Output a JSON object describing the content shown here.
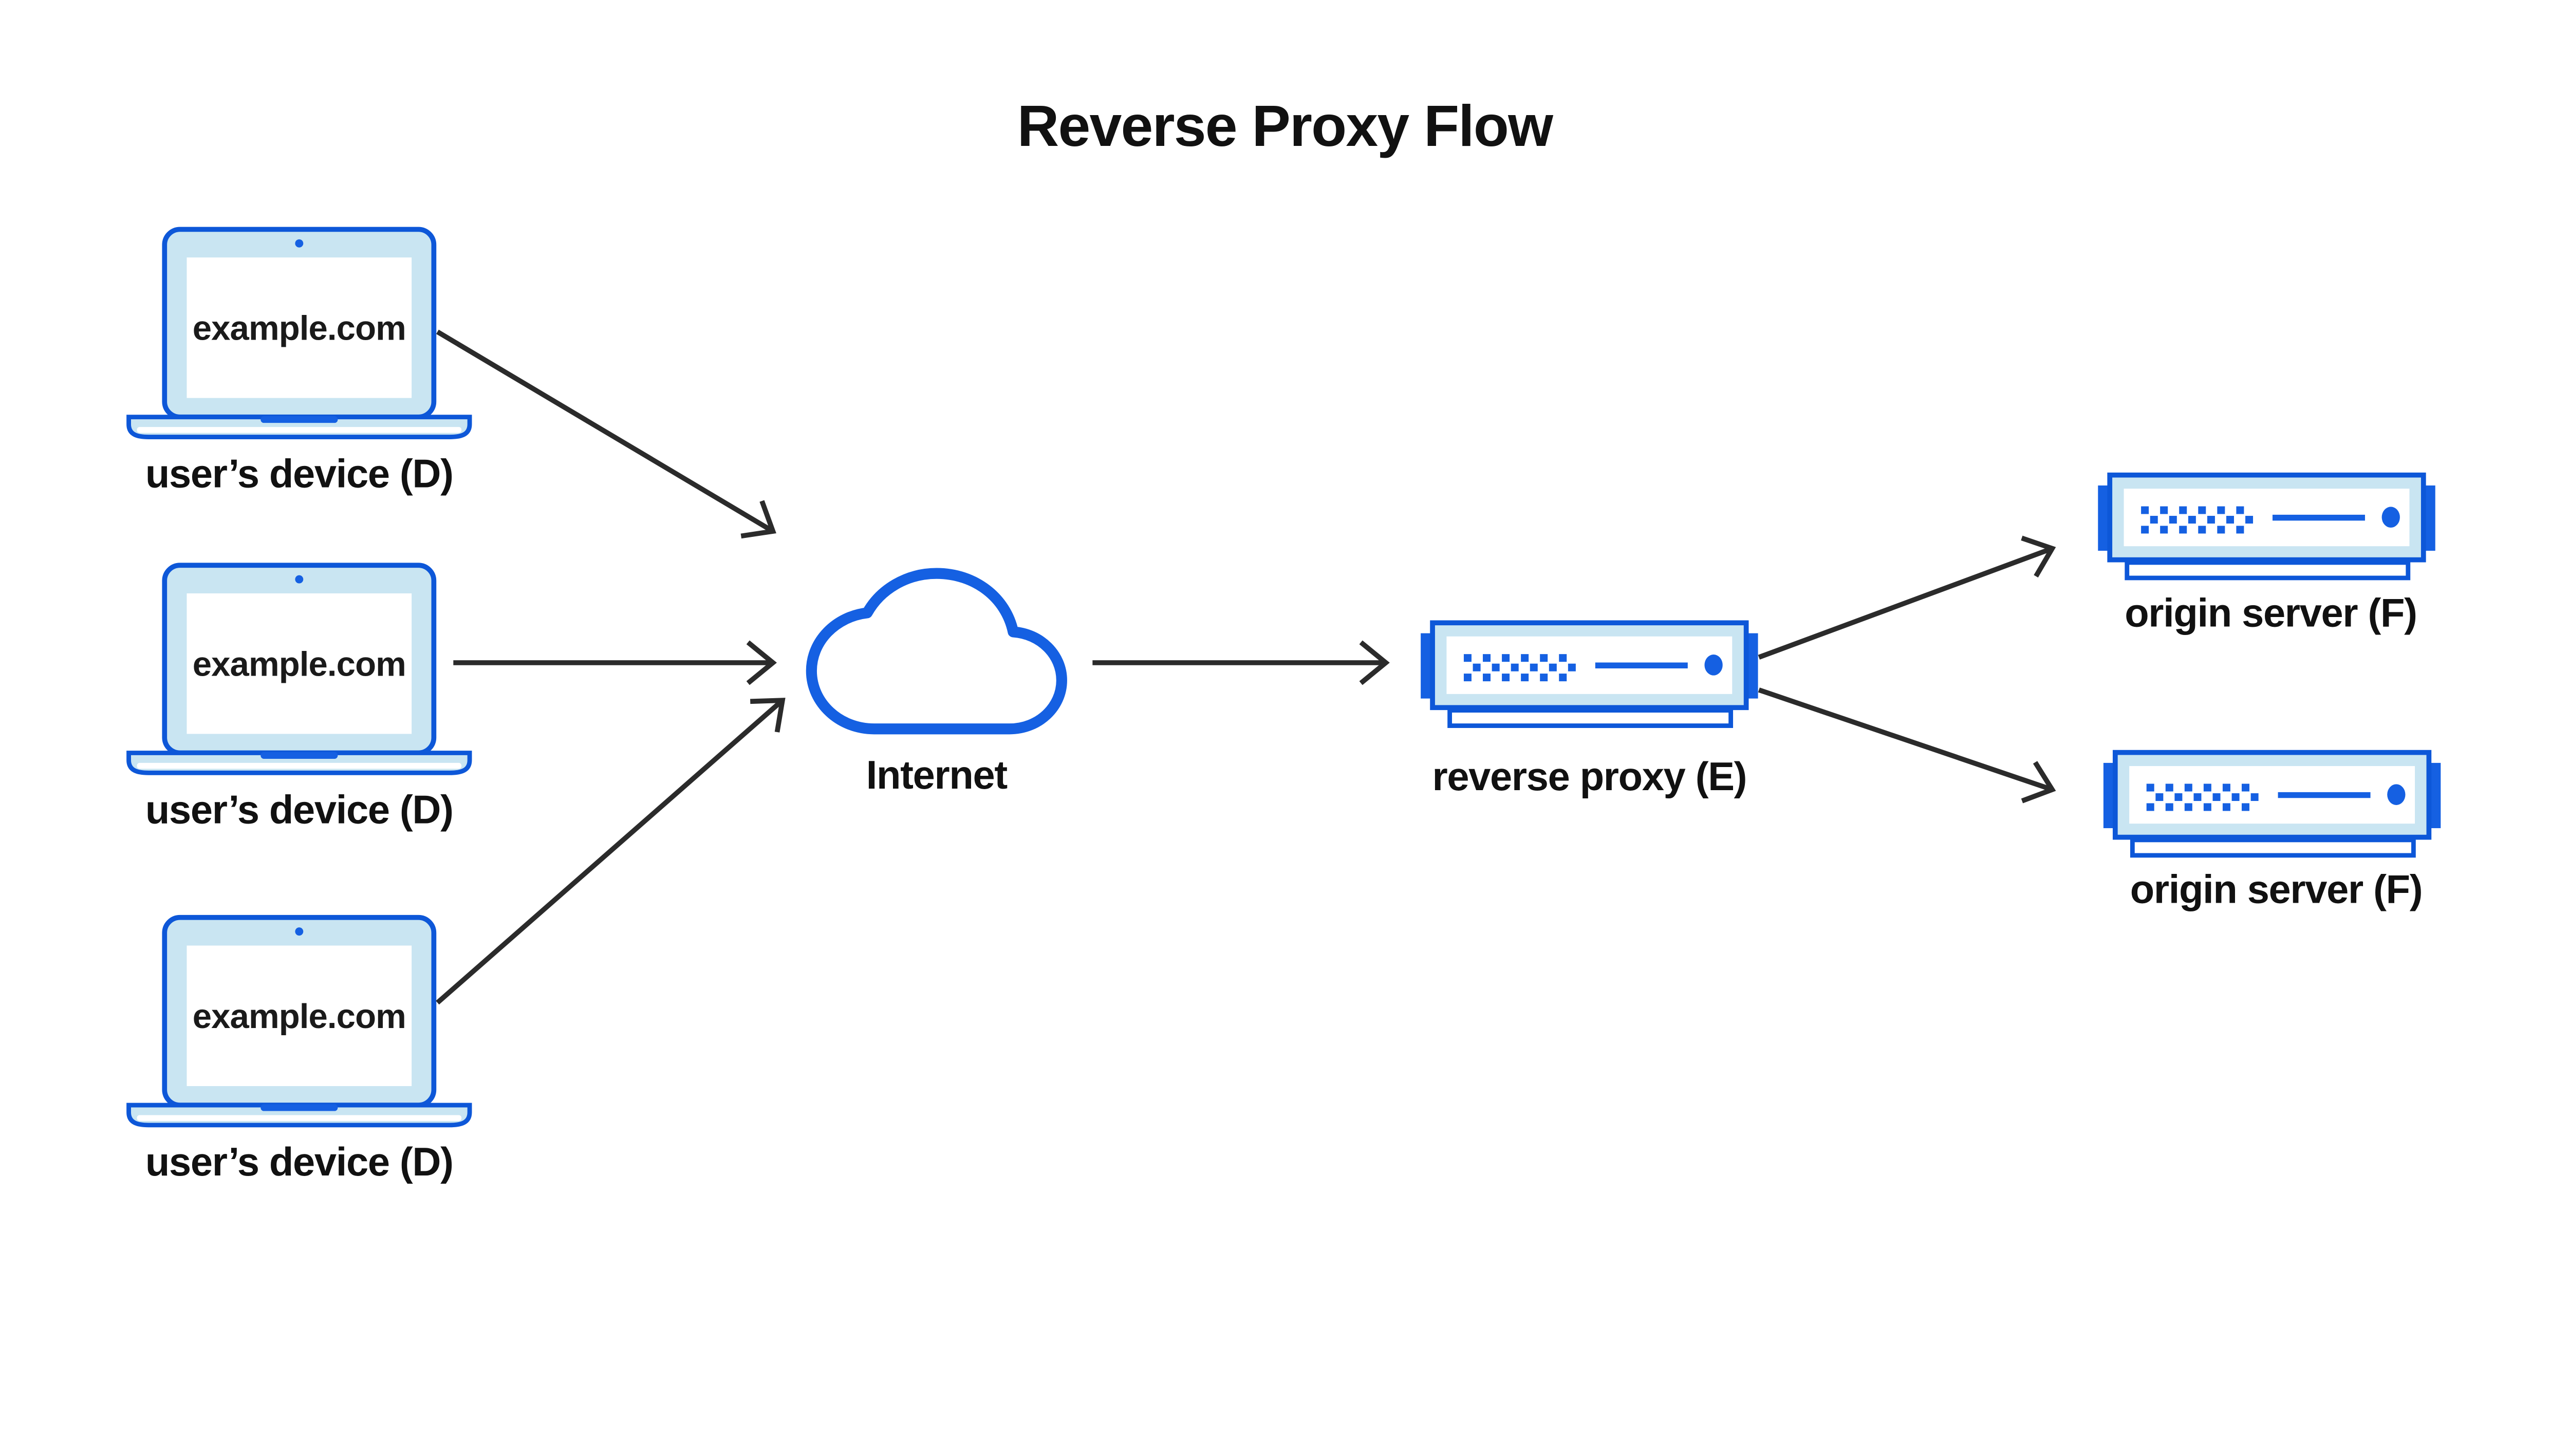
{
  "title": "Reverse Proxy Flow",
  "nodes": {
    "devices": [
      {
        "id": "user-device-1",
        "icon": "laptop-icon",
        "screen_text": "example.com",
        "label": "user’s device (D)"
      },
      {
        "id": "user-device-2",
        "icon": "laptop-icon",
        "screen_text": "example.com",
        "label": "user’s device (D)"
      },
      {
        "id": "user-device-3",
        "icon": "laptop-icon",
        "screen_text": "example.com",
        "label": "user’s device (D)"
      }
    ],
    "internet": {
      "id": "internet",
      "icon": "cloud-icon",
      "label": "Internet"
    },
    "reverse_proxy": {
      "id": "reverse-proxy",
      "icon": "server-icon",
      "label": "reverse proxy (E)"
    },
    "origin_servers": [
      {
        "id": "origin-server-1",
        "icon": "server-icon",
        "label": "origin server (F)"
      },
      {
        "id": "origin-server-2",
        "icon": "server-icon",
        "label": "origin server (F)"
      }
    ]
  },
  "edges": [
    {
      "from": "user-device-1",
      "to": "internet"
    },
    {
      "from": "user-device-2",
      "to": "internet"
    },
    {
      "from": "user-device-3",
      "to": "internet"
    },
    {
      "from": "internet",
      "to": "reverse-proxy"
    },
    {
      "from": "reverse-proxy",
      "to": "origin-server-1"
    },
    {
      "from": "reverse-proxy",
      "to": "origin-server-2"
    }
  ],
  "colors": {
    "accent_blue": "#0D57D8",
    "bright_blue": "#1560E2",
    "light_blue": "#C9E5F2",
    "arrow": "#2B2B2B",
    "text": "#111111",
    "background": "#FFFFFF"
  }
}
